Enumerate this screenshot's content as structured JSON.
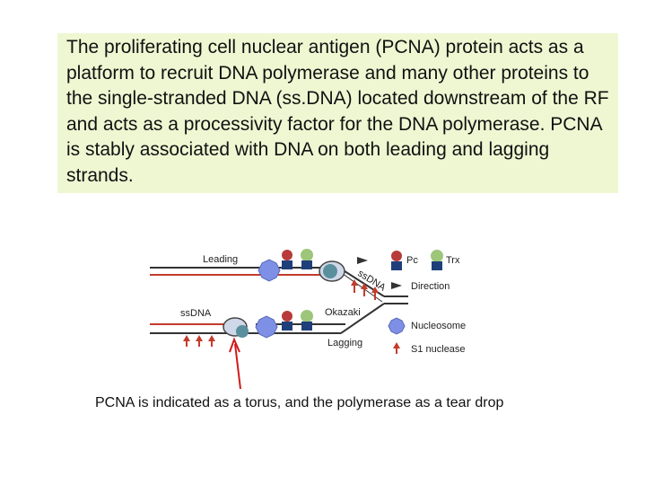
{
  "description_text": "The proliferating cell nuclear antigen (PCNA) protein acts as a platform to recruit DNA polymerase and many other proteins to the single-stranded DNA (ss.DNA) located downstream of the RF and acts as a processivity factor for the DNA polymerase. PCNA is stably associated with DNA on both leading and lagging strands.",
  "diagram": {
    "label_leading": "Leading",
    "label_ssdna_top": "ssDNA",
    "label_ssdna_left": "ssDNA",
    "label_okazaki": "Okazaki",
    "label_lagging": "Lagging",
    "legend": {
      "pc": "Pc",
      "trx": "Trx",
      "direction": "Direction",
      "nucleosome": "Nucleosome",
      "s1_nuclease": "S1 nuclease"
    },
    "colors": {
      "nucleosome": "#7e90e6",
      "pc": "#b83a3a",
      "trx": "#9dc67a",
      "pcna": "#5a8f9d",
      "strand_red": "#c23b2c",
      "arrow": "#333333"
    }
  },
  "caption": {
    "part1": "PCNA",
    "part2": " is indicated as a torus, and ",
    "part3": "the polymerase",
    "part4": " as a tear drop"
  }
}
